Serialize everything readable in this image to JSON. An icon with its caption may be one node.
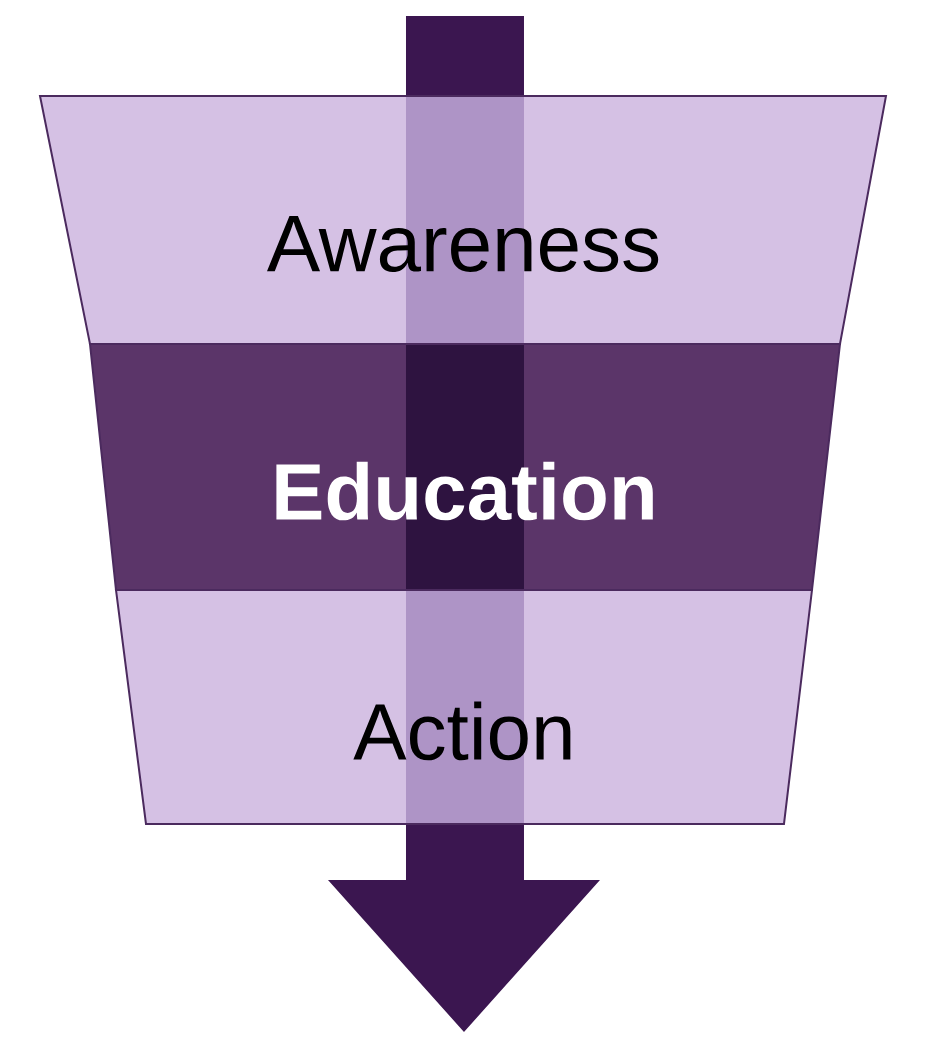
{
  "diagram": {
    "nodes": [
      {
        "text": [
          "Awareness"
        ]
      },
      {
        "text": [
          "Education"
        ]
      },
      {
        "text": [
          "Action"
        ]
      }
    ]
  }
}
